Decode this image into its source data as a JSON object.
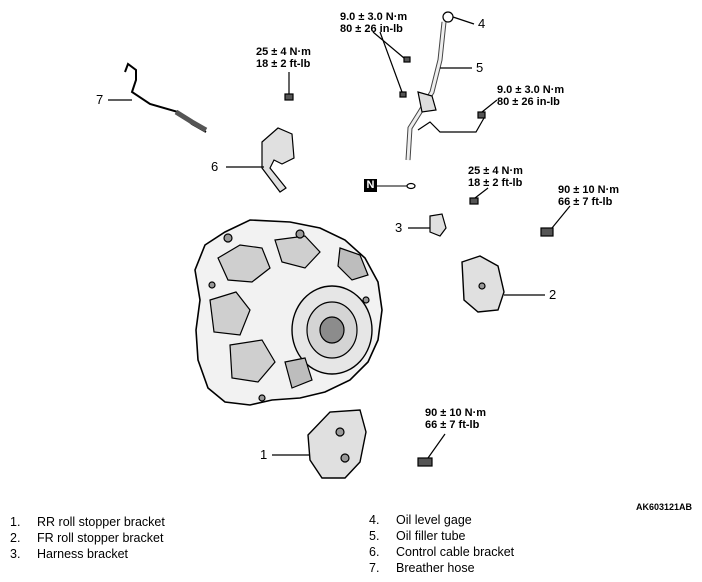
{
  "torque_specs": [
    {
      "line1": "9.0 ± 3.0 N·m",
      "line2": "80 ± 26 in-lb"
    },
    {
      "line1": "25 ± 4 N·m",
      "line2": "18 ± 2 ft-lb"
    },
    {
      "line1": "9.0 ± 3.0 N·m",
      "line2": "80 ± 26 in-lb"
    },
    {
      "line1": "25 ± 4 N·m",
      "line2": "18 ± 2 ft-lb"
    },
    {
      "line1": "90 ± 10 N·m",
      "line2": "66 ± 7 ft-lb"
    },
    {
      "line1": "90 ± 10 N·m",
      "line2": "66 ± 7 ft-lb"
    }
  ],
  "callouts": [
    "1",
    "2",
    "3",
    "4",
    "5",
    "6",
    "7"
  ],
  "n_badge": "N",
  "figure_ref": "AK603121AB",
  "legend": [
    {
      "num": "1.",
      "label": "RR roll stopper bracket"
    },
    {
      "num": "2.",
      "label": "FR roll stopper bracket"
    },
    {
      "num": "3.",
      "label": "Harness bracket"
    },
    {
      "num": "4.",
      "label": "Oil level gage"
    },
    {
      "num": "5.",
      "label": "Oil filler tube"
    },
    {
      "num": "6.",
      "label": "Control cable bracket"
    },
    {
      "num": "7.",
      "label": "Breather hose"
    }
  ]
}
